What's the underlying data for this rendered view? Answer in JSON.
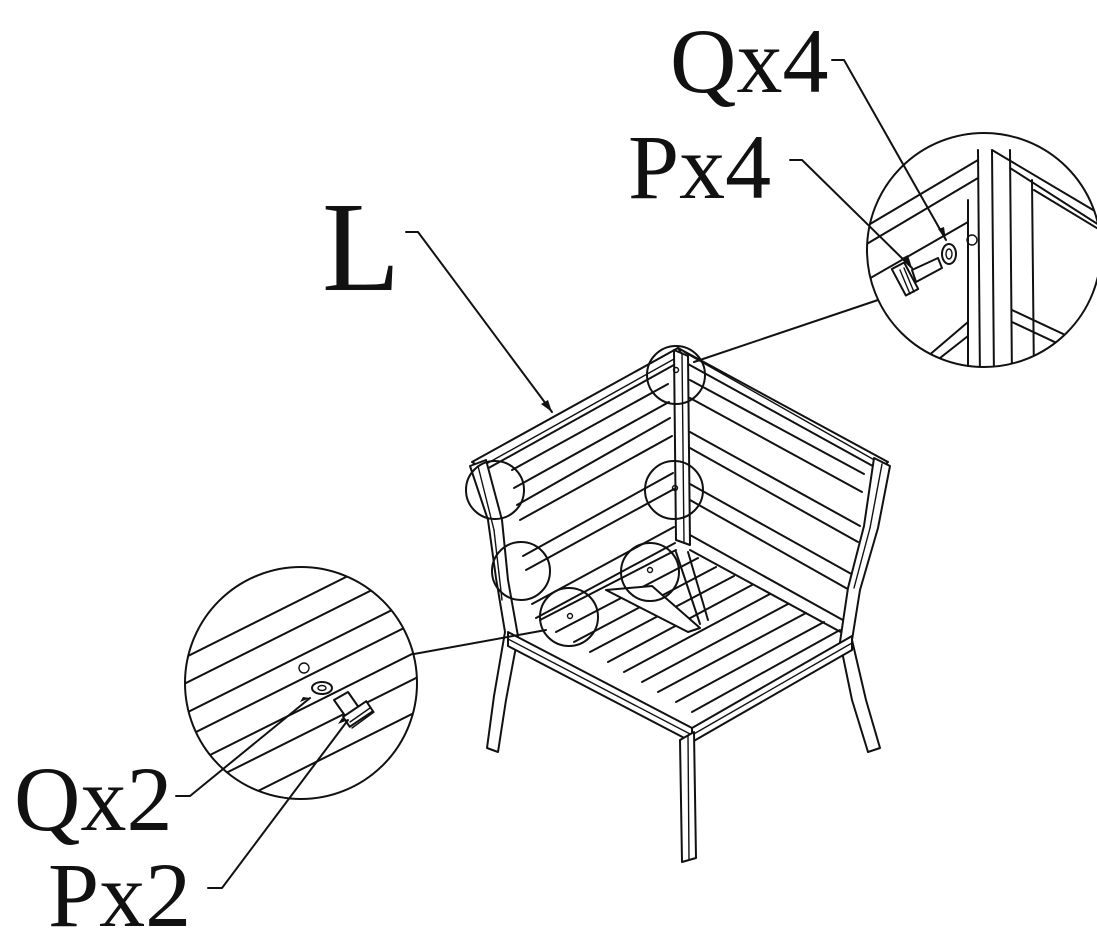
{
  "diagram": {
    "part_label": "L",
    "callouts": {
      "top_q": "Qx4",
      "top_p": "Px4",
      "bottom_q": "Qx2",
      "bottom_p": "Px2"
    }
  }
}
